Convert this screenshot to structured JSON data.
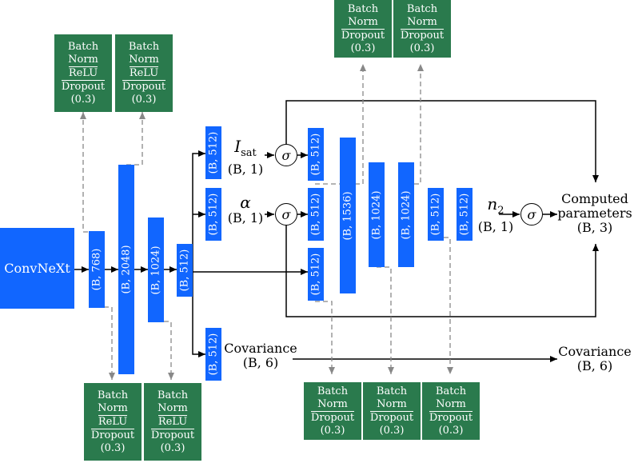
{
  "backbone": {
    "label": "ConvNeXt"
  },
  "tensors": {
    "t768": "(B, 768)",
    "t2048": "(B, 2048)",
    "t1024a": "(B, 1024)",
    "t512_trunk": "(B, 512)",
    "t512_isat": "(B, 512)",
    "t512_alpha": "(B, 512)",
    "t512_cov": "(B, 512)",
    "t512_isat2": "(B, 512)",
    "t512_alpha2": "(B, 512)",
    "t512_n2in": "(B, 512)",
    "t1536": "(B, 1536)",
    "t1024b": "(B, 1024)",
    "t1024c": "(B, 1024)",
    "t512_d": "(B, 512)",
    "t512_e": "(B, 512)"
  },
  "blocks": {
    "b1": {
      "line1": "Batch",
      "line2": "Norm",
      "line3": "ReLU",
      "line4": "Dropout",
      "line5": "(0.3)"
    },
    "b2": {
      "line1": "Batch",
      "line2": "Norm",
      "line3": "ReLU",
      "line4": "Dropout",
      "line5": "(0.3)"
    },
    "b3": {
      "line1": "Batch",
      "line2": "Norm",
      "line3": "ReLU",
      "line4": "Dropout",
      "line5": "(0.3)"
    },
    "b4": {
      "line1": "Batch",
      "line2": "Norm",
      "line3": "ReLU",
      "line4": "Dropout",
      "line5": "(0.3)"
    },
    "b5": {
      "line1": "Batch",
      "line2": "Norm",
      "line4": "Dropout",
      "line5": "(0.3)"
    },
    "b6": {
      "line1": "Batch",
      "line2": "Norm",
      "line4": "Dropout",
      "line5": "(0.3)"
    },
    "b7": {
      "line1": "Batch",
      "line2": "Norm",
      "line4": "Dropout",
      "line5": "(0.3)"
    },
    "b8": {
      "line1": "Batch",
      "line2": "Norm",
      "line4": "Dropout",
      "line5": "(0.3)"
    },
    "b9": {
      "line1": "Batch",
      "line2": "Norm",
      "line4": "Dropout",
      "line5": "(0.3)"
    }
  },
  "labels": {
    "isat": {
      "base": "I",
      "sub": "sat",
      "shape": "(B, 1)"
    },
    "alpha": {
      "base": "α",
      "shape": "(B, 1)"
    },
    "n2": {
      "base": "n",
      "sub": "2",
      "shape": "(B, 1)"
    },
    "cov_mid": {
      "name": "Covariance",
      "shape": "(B, 6)"
    },
    "cov_out": {
      "name": "Covariance",
      "shape": "(B, 6)"
    },
    "computed": {
      "line1": "Computed",
      "line2": "parameters",
      "shape": "(B, 3)"
    }
  },
  "sigma": "σ"
}
